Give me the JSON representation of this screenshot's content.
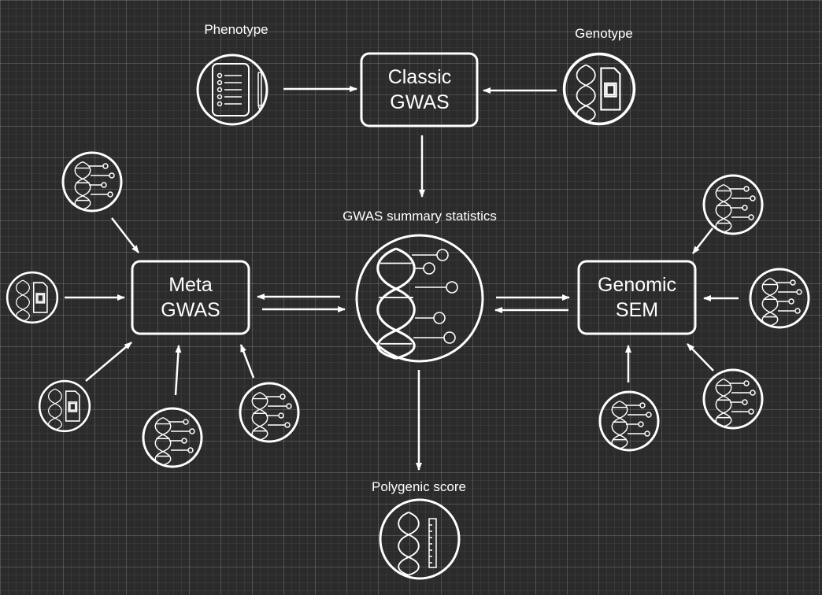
{
  "labels": {
    "phenotype": "Phenotype",
    "genotype": "Genotype",
    "summary_stats": "GWAS summary statistics",
    "polygenic": "Polygenic score"
  },
  "boxes": {
    "classic": [
      "Classic",
      "GWAS"
    ],
    "meta": [
      "Meta",
      "GWAS"
    ],
    "genomic": [
      "Genomic",
      "SEM"
    ]
  },
  "colors": {
    "background": "#2b2b2b",
    "stroke": "#ffffff"
  }
}
